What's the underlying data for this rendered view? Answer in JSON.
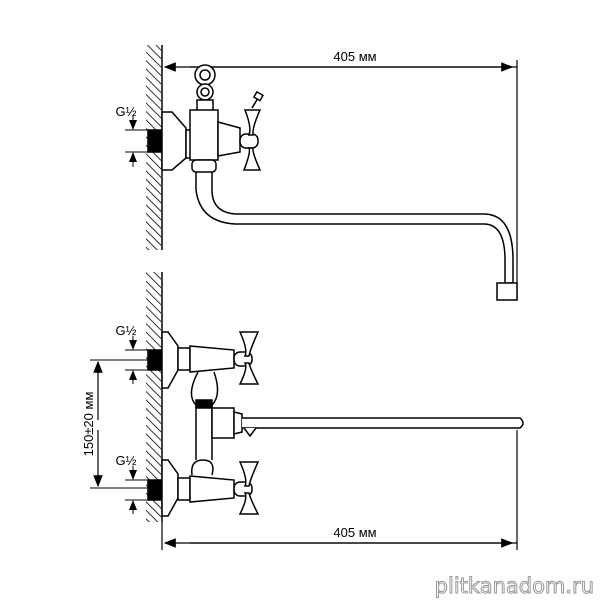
{
  "top_view": {
    "width_label": "405 мм",
    "thread_label": "G½"
  },
  "bottom_view": {
    "width_label": "405 мм",
    "thread_label_upper": "G½",
    "thread_label_lower": "G½",
    "spacing_label": "150±20 мм"
  },
  "watermark": "plitkanadom.ru"
}
